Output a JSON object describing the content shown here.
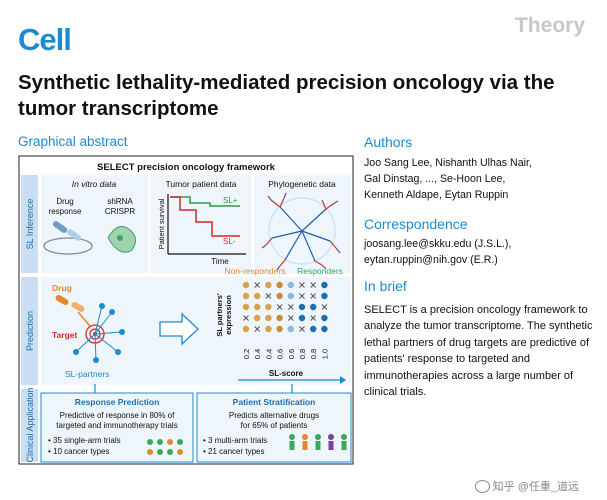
{
  "journal": "Cell",
  "article_type": "Theory",
  "title": "Synthetic lethality-mediated precision oncology via the tumor transcriptome",
  "graphical_abstract_label": "Graphical abstract",
  "abstract_figure": {
    "framework_title": "SELECT precision oncology framework",
    "rows": [
      "SL Inference",
      "Prediction",
      "Clinical Application"
    ],
    "invitro_title": "In vitro data",
    "drug_response": [
      "Drug",
      "response"
    ],
    "shrna": [
      "shRNA",
      "CRISPR"
    ],
    "tumor_title": "Tumor patient data",
    "patient_survival": "Patient survival",
    "time_label": "Time",
    "sl_plus": "SL+",
    "sl_minus": "SL-",
    "phylo_title": "Phylogenetic data",
    "drug_label": "Drug",
    "target_label": "Target",
    "sl_partners_label": "SL-partners",
    "non_responders": "Non-responders",
    "responders": "Responders",
    "heatmap_ylabel": [
      "SL partners'",
      "expression"
    ],
    "sl_score_label": "SL-score",
    "sl_score_ticks": [
      "0.2",
      "0.4",
      "0.4",
      "0.6",
      "0.6",
      "0.8",
      "0.8",
      "1.0"
    ],
    "response_title": "Response Prediction",
    "response_text": [
      "Predictive of response in 80% of",
      "targeted and immunotherapy trials"
    ],
    "response_bullets": [
      "• 35 single-arm trials",
      "• 10 cancer types"
    ],
    "stratification_title": "Patient Stratification",
    "stratification_text": [
      "Predicts alternative drugs",
      "for 65% of patients"
    ],
    "stratification_bullets": [
      "• 3 multi-arm trials",
      "• 21 cancer types"
    ],
    "colors": {
      "blue": "#1c8ad1",
      "orange": "#e8862a",
      "green": "#3aaa5a",
      "red": "#d42a2a",
      "panel_bg": "#eef5fb"
    }
  },
  "authors_heading": "Authors",
  "authors": [
    "Joo Sang Lee, Nishanth Ulhas Nair,",
    "Gal Dinstag, ..., Se-Hoon Lee,",
    "Kenneth Aldape, Eytan Ruppin"
  ],
  "correspondence_heading": "Correspondence",
  "correspondence": [
    "joosang.lee@skku.edu (J.S.L.),",
    "eytan.ruppin@nih.gov (E.R.)"
  ],
  "brief_heading": "In brief",
  "brief_text": "SELECT is a precision oncology framework to analyze the tumor transcriptome. The synthetic lethal partners of drug targets are predictive of patients' response to targeted and immunotherapies across a large number of clinical trials.",
  "watermark": "知乎 @任重_道远"
}
